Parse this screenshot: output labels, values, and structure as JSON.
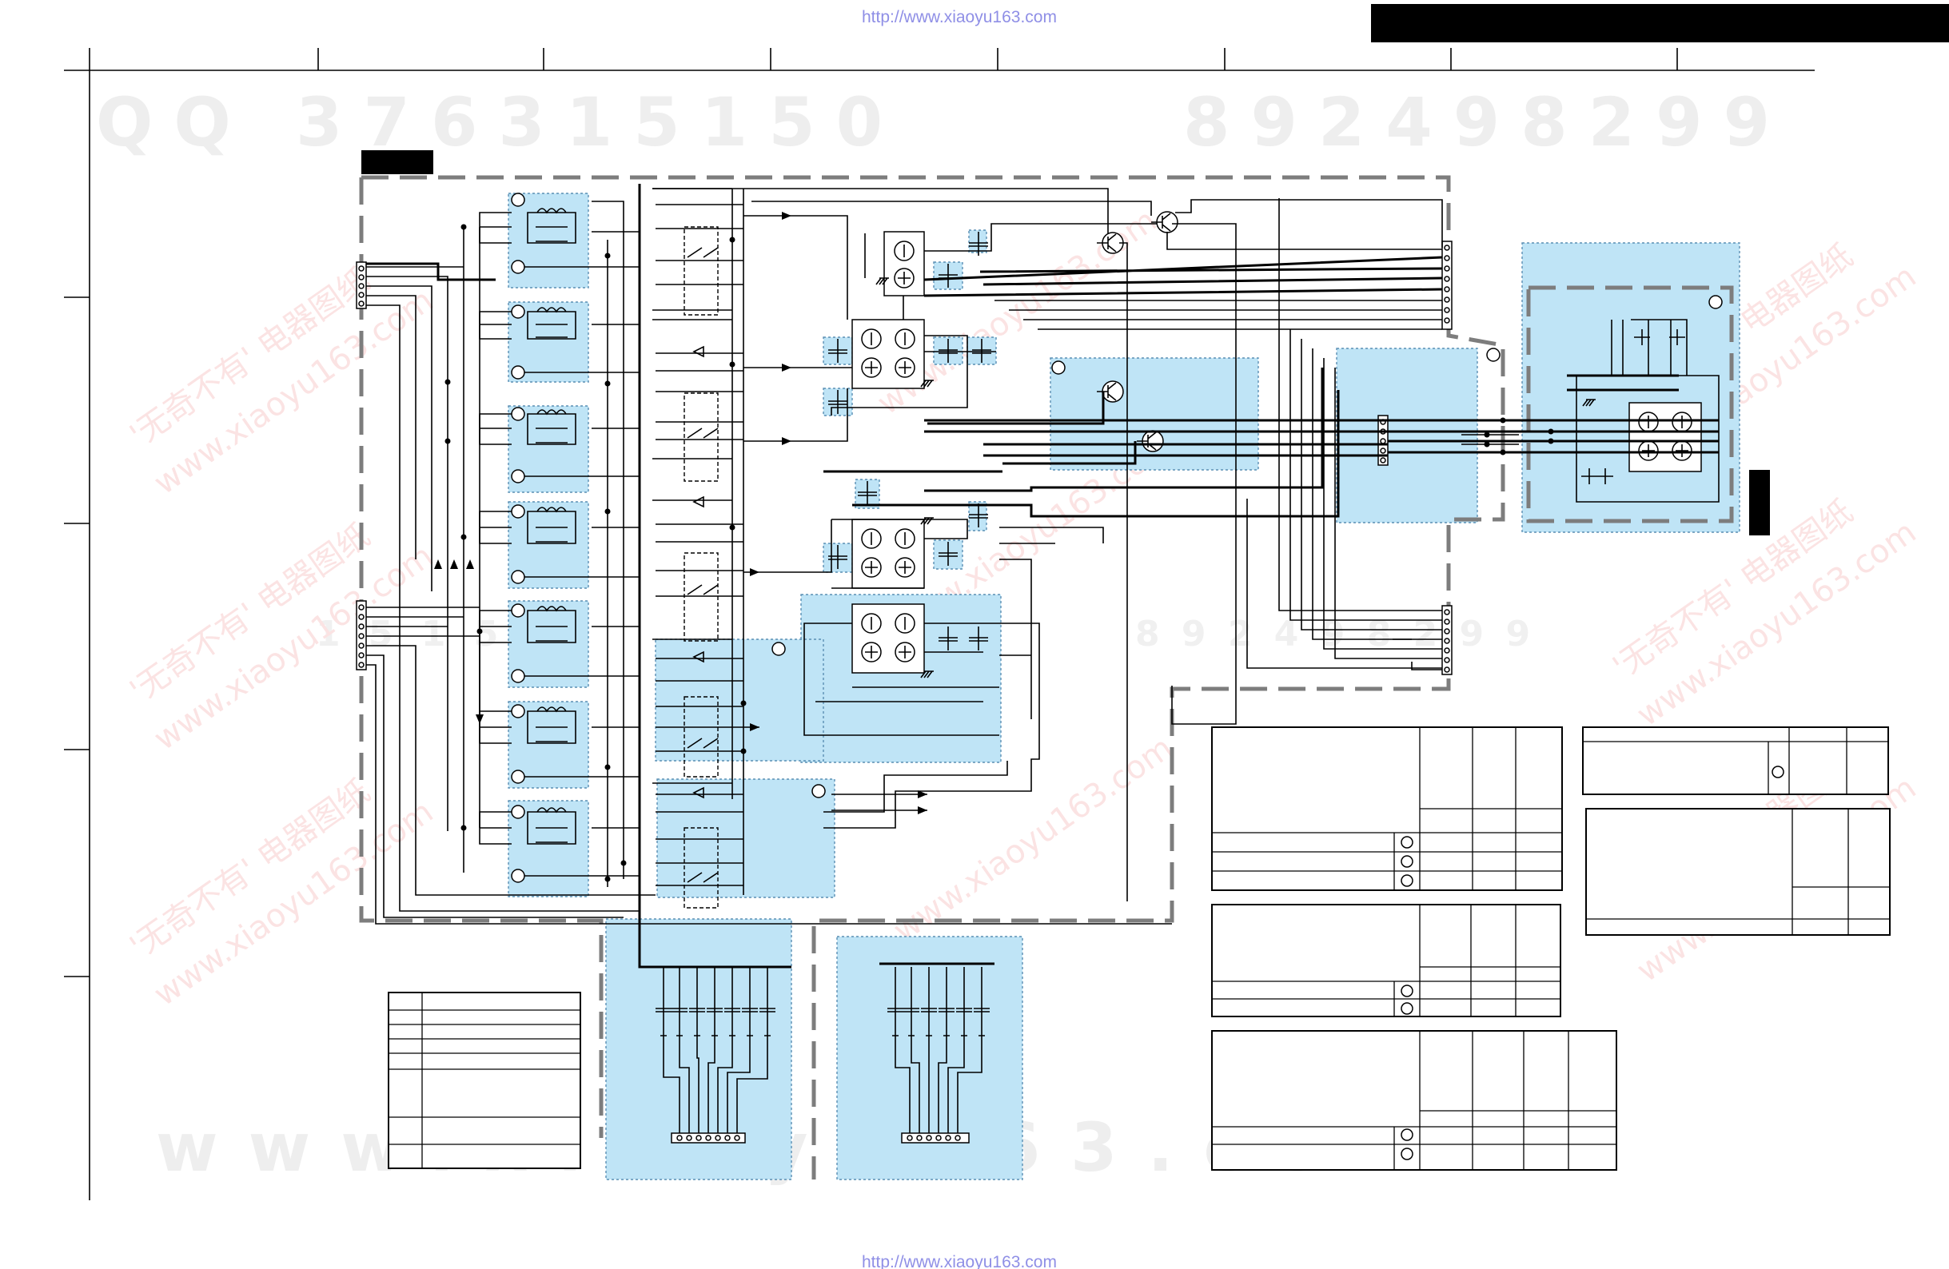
{
  "page": {
    "url_top": "http://www.xiaoyu163.com",
    "url_bottom": "http://www.xiaoyu163.com"
  },
  "watermarks": {
    "qq_row": "QQ 376315150",
    "phone_row": "892498299",
    "www_row": "www.xiaoyu163.com",
    "mid_row": "8 9 2 4 9 8 2 9 9",
    "mid_row_left": "1 5 1 5 0",
    "diagonal_site": "www.xiaoyu163.com",
    "diagonal_cn": "'无奇不有' 电器图纸"
  },
  "colors": {
    "highlight_fill": "#bfe4f6",
    "highlight_border": "#5a8fb3",
    "block_border": "#7d7d7d",
    "url_color": "#8f8fe6",
    "watermark_red": "#fbe3e3"
  },
  "icons": {
    "connector": "connector-pin-icon",
    "transistor": "transistor-icon",
    "relay": "relay-icon",
    "diode": "diode-icon",
    "capacitor": "capacitor-icon",
    "bridge": "bridge-rectifier-icon",
    "ground": "ground-icon",
    "marker": "reference-circle-icon"
  }
}
